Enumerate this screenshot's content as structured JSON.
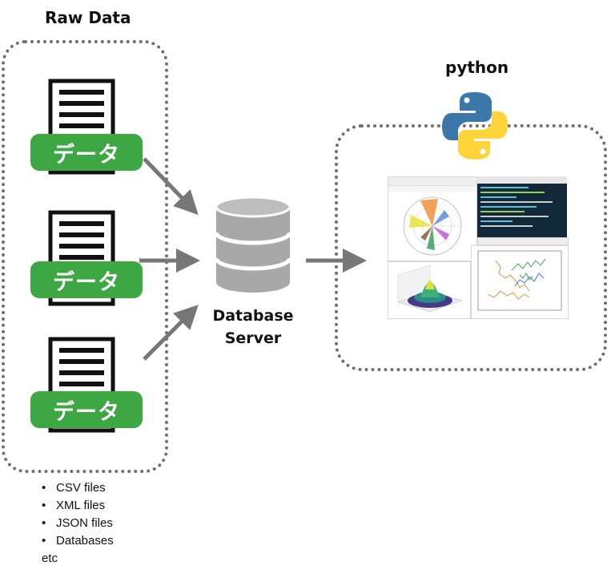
{
  "raw_data": {
    "title": "Raw Data",
    "documents": [
      {
        "badge": "データ"
      },
      {
        "badge": "データ"
      },
      {
        "badge": "データ"
      }
    ]
  },
  "database_server": {
    "label_line1": "Database",
    "label_line2": "Server"
  },
  "python": {
    "title": "python"
  },
  "sources": {
    "items": [
      "CSV files",
      "XML files",
      "JSON files",
      "Databases"
    ],
    "etc": "etc"
  },
  "colors": {
    "badge_green": "#3da843",
    "arrow_gray": "#777777",
    "border_gray": "#6f6f6f",
    "database_gray": "#a8a8a8",
    "python_blue": "#3b77a8",
    "python_yellow": "#ffd43b"
  }
}
